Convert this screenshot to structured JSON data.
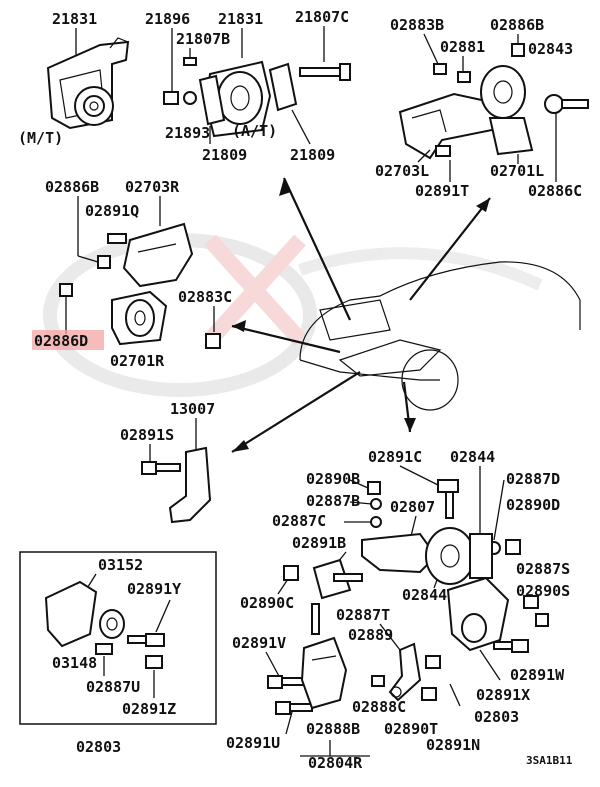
{
  "labels": {
    "mt_tl_part": "21831",
    "mt_note": "(M/T)",
    "at_21896": "21896",
    "at_21831": "21831",
    "at_21807C": "21807C",
    "at_21807B": "21807B",
    "at_21893": "21893",
    "at_note": "(A/T)",
    "at_21809a": "21809",
    "at_21809b": "21809",
    "tr_02883B": "02883B",
    "tr_02886B": "02886B",
    "tr_02881": "02881",
    "tr_02843": "02843",
    "tr_02703L": "02703L",
    "tr_02701L": "02701L",
    "tr_02891T": "02891T",
    "tr_02886C": "02886C",
    "ml_02886B": "02886B",
    "ml_02703R": "02703R",
    "ml_02891Q": "02891Q",
    "ml_02886D": "02886D",
    "ml_02701R": "02701R",
    "ml_02883C": "02883C",
    "ml_13007": "13007",
    "ml_02891S": "02891S",
    "bl_03152": "03152",
    "bl_02891Y": "02891Y",
    "bl_03148": "03148",
    "bl_02887U": "02887U",
    "bl_02891Z": "02891Z",
    "bl_02803": "02803",
    "br_02891C": "02891C",
    "br_02844a": "02844",
    "br_02890B": "02890B",
    "br_02887D": "02887D",
    "br_02887B": "02887B",
    "br_02807": "02807",
    "br_02890D": "02890D",
    "br_02887C": "02887C",
    "br_02891B": "02891B",
    "br_02887S": "02887S",
    "br_02890S": "02890S",
    "br_02890C": "02890C",
    "br_02844b": "02844",
    "br_02887T": "02887T",
    "br_02889": "02889",
    "br_02891V": "02891V",
    "br_02891W": "02891W",
    "br_02891X": "02891X",
    "br_02888C": "02888C",
    "br_02803": "02803",
    "br_02891U": "02891U",
    "br_02888B": "02888B",
    "br_02890T": "02890T",
    "br_02891N": "02891N",
    "br_02804R": "02804R",
    "code": "3SA1B11"
  },
  "highlight_color": "#f3a6a6"
}
